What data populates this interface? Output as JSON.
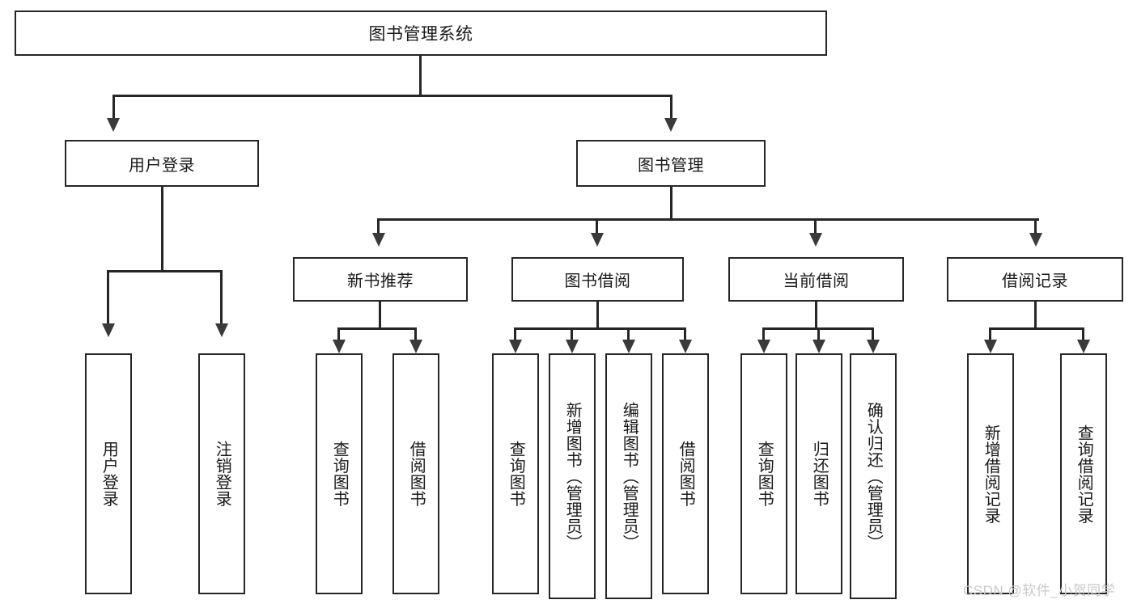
{
  "diagram": {
    "title": "图书管理系统",
    "type": "tree-hierarchy-diagram",
    "root": {
      "label": "图书管理系统"
    },
    "level2": [
      {
        "label": "用户登录"
      },
      {
        "label": "图书管理"
      }
    ],
    "level3": [
      {
        "label": "新书推荐"
      },
      {
        "label": "图书借阅"
      },
      {
        "label": "当前借阅"
      },
      {
        "label": "借阅记录"
      }
    ],
    "leaves": {
      "user_login": [
        {
          "label": "用户登录"
        },
        {
          "label": "注销登录"
        }
      ],
      "new_book_recommend": [
        {
          "label": "查询图书"
        },
        {
          "label": "借阅图书"
        }
      ],
      "book_borrow": [
        {
          "label": "查询图书"
        },
        {
          "label": "新增图书（管理员）"
        },
        {
          "label": "编辑图书（管理员）"
        },
        {
          "label": "借阅图书"
        }
      ],
      "current_borrow": [
        {
          "label": "查询图书"
        },
        {
          "label": "归还图书"
        },
        {
          "label": "确认归还（管理员）"
        }
      ],
      "borrow_record": [
        {
          "label": "新增借阅记录"
        },
        {
          "label": "查询借阅记录"
        }
      ]
    }
  },
  "watermark": {
    "text": "CSDN @软件_小贺同学"
  },
  "colors": {
    "stroke": "#262626",
    "background": "#ffffff",
    "text": "#1a1a1a",
    "watermark": "#c9c9c9"
  }
}
